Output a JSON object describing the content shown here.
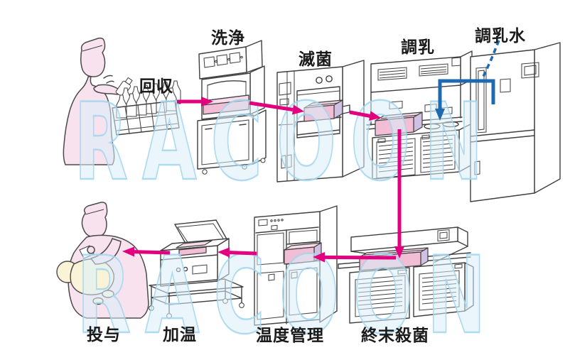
{
  "watermark": {
    "text": "RACOON"
  },
  "labels": {
    "collection": "回収",
    "washing": "洗浄",
    "sterilization": "滅菌",
    "milk_preparation": "調乳",
    "preparation_water": "調乳水",
    "terminal_sterilization": "終末殺菌",
    "temperature_control": "温度管理",
    "warming": "加温",
    "administration": "投与"
  },
  "flow_sequence": [
    "回収",
    "洗浄",
    "滅菌",
    "調乳",
    "終末殺菌",
    "温度管理",
    "加温",
    "投与"
  ],
  "water_supply": {
    "label": "調乳水",
    "feeds_into": "調乳"
  },
  "colors": {
    "flow_arrow": "#e2007f",
    "water_line": "#1d6ab0",
    "watermark_stroke": "#a3d5ed",
    "watermark_fill": "#d9eefa",
    "figure_pink": "#f8e2ee",
    "tray_pink": "#f2bed6",
    "tray_top_pink": "#f8dcea",
    "tray_side_lavender": "#cfc0e4",
    "baby_cream": "#fbf3d8",
    "outline": "#3f3f3f"
  }
}
